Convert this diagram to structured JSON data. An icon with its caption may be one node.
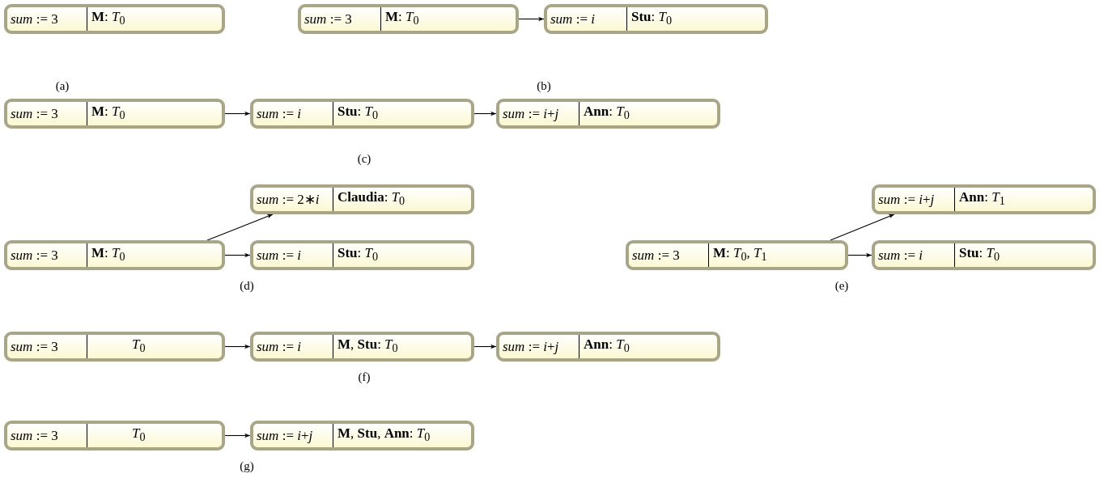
{
  "diagram": {
    "nodes": [
      {
        "text": [
          "*sum* := 3",
          "**M**: *T*$_{0}$"
        ]
      },
      {
        "text": [
          "*sum* := 3",
          "**M**: *T*$_{0}$"
        ]
      },
      {
        "text": [
          "*sum* := *i*",
          "**Stu**: *T*$_{0}$"
        ]
      },
      {
        "text": [
          "*sum* := 3",
          "**M**: *T*$_{0}$"
        ]
      },
      {
        "text": [
          "*sum* := *i*",
          "**Stu**: *T*$_{0}$"
        ]
      },
      {
        "text": [
          "*sum* := *i*+*j*",
          "**Ann**: *T*$_{0}$"
        ]
      },
      {
        "text": [
          "*sum* := 2∗*i*",
          "**Claudia**: *T*$_{0}$"
        ]
      },
      {
        "text": [
          "*sum* := 3",
          "**M**: *T*$_{0}$"
        ]
      },
      {
        "text": [
          "*sum* := *i*",
          "**Stu**: *T*$_{0}$"
        ]
      },
      {
        "text": [
          "*sum* := *i*+*j*",
          "**Ann**: *T*$_{1}$"
        ]
      },
      {
        "text": [
          "*sum* := 3",
          "**M**: *T*$_{0}$, *T*$_{1}$"
        ]
      },
      {
        "text": [
          "*sum* := *i*",
          "**Stu**: *T*$_{0}$"
        ]
      },
      {
        "text": [
          "*sum* := 3",
          "*T*$_{0}$"
        ]
      },
      {
        "text": [
          "*sum* := *i*",
          "**M**, **Stu**: *T*$_{0}$"
        ]
      },
      {
        "text": [
          "*sum* := *i*+*j*",
          "**Ann**: *T*$_{0}$"
        ]
      },
      {
        "text": [
          "*sum* := 3",
          "*T*$_{0}$"
        ]
      },
      {
        "text": [
          "*sum* := *i*+*j*",
          "**M**, **Stu**, **Ann**: *T*$_{0}$"
        ]
      }
    ],
    "edges": [
      {
        "from": 1,
        "to": 2,
        "arrow": "to"
      },
      {
        "from": 3,
        "to": 4,
        "arrow": "to"
      },
      {
        "from": 4,
        "to": 5,
        "arrow": "to"
      },
      {
        "from": 7,
        "to": 6,
        "arrow": "to"
      },
      {
        "from": 7,
        "to": 8,
        "arrow": "to"
      },
      {
        "from": 10,
        "to": 9,
        "arrow": "to"
      },
      {
        "from": 10,
        "to": 11,
        "arrow": "to"
      },
      {
        "from": 12,
        "to": 13,
        "arrow": "to"
      },
      {
        "from": 13,
        "to": 14,
        "arrow": "to"
      },
      {
        "from": 15,
        "to": 16,
        "arrow": "to"
      }
    ],
    "labels": [
      "(a)",
      "(b)",
      "(c)",
      "(d)",
      "(e)",
      "(f)",
      "(g)"
    ]
  }
}
